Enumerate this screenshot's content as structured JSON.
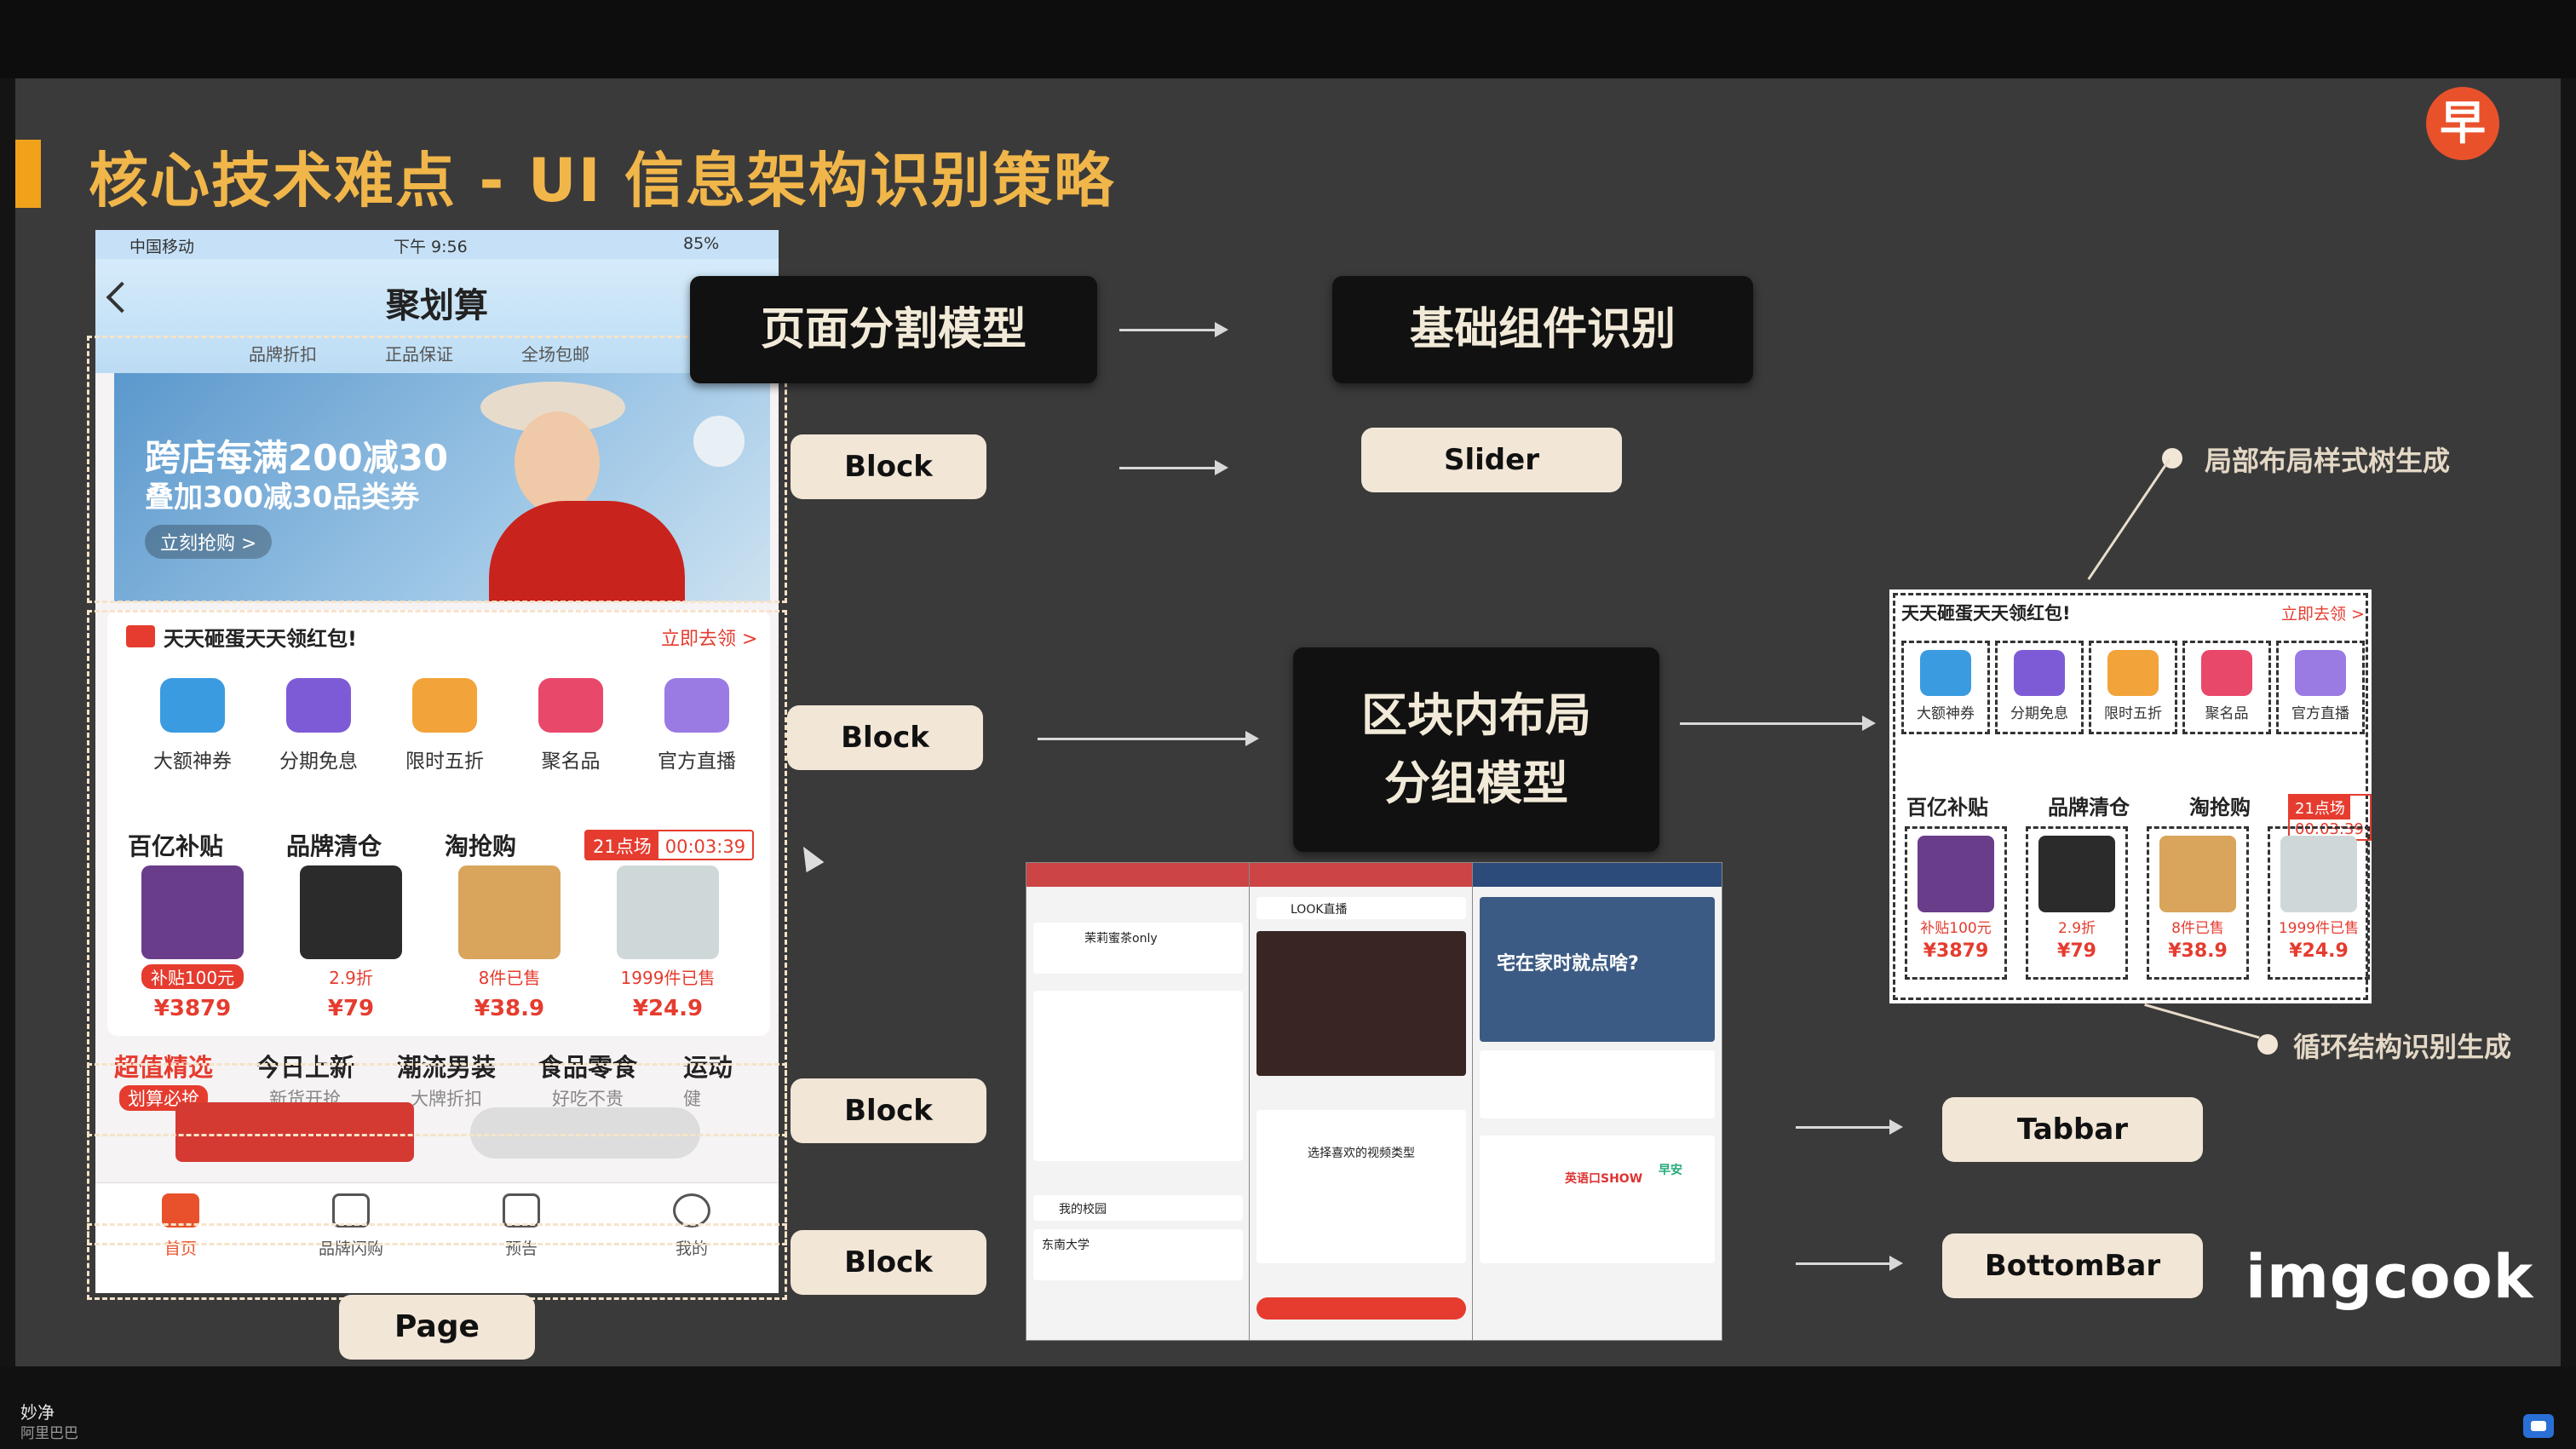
{
  "speaker": {
    "name": "妙净",
    "org": "阿里巴巴"
  },
  "slide": {
    "title": "核心技术难点 - UI 信息架构识别策略",
    "logo_text": "早",
    "brand": "imgcook",
    "colors": {
      "accent": "#f1a21b",
      "title": "#f1b64a",
      "pill": "#f2e6d7",
      "red": "#e53c2f"
    }
  },
  "phone": {
    "status": {
      "carrier": "中国移动",
      "time": "下午 9:56",
      "battery": "85%"
    },
    "nav_title": "聚划算",
    "guarantees": [
      "品牌折扣",
      "正品保证",
      "全场包邮"
    ],
    "banner": {
      "line1": "跨店每满200减30",
      "line2": "叠加300减30品类券",
      "button": "立刻抢购 >"
    },
    "redpacket": {
      "title": "天天砸蛋天天领红包!",
      "link": "立即去领 >"
    },
    "categories": [
      {
        "label": "大额神券",
        "color": "#3b9be0"
      },
      {
        "label": "分期免息",
        "color": "#7e5bd6"
      },
      {
        "label": "限时五折",
        "color": "#f2a33a"
      },
      {
        "label": "聚名品",
        "color": "#e8486a"
      },
      {
        "label": "官方直播",
        "color": "#9a7be3"
      }
    ],
    "sections": [
      "百亿补贴",
      "品牌清仓",
      "淘抢购"
    ],
    "timer": {
      "label": "21点场",
      "time": "00:03:39"
    },
    "products": [
      {
        "tag": "补贴100元",
        "price": "¥3879",
        "color": "#6a3d8a"
      },
      {
        "tag": "2.9折",
        "price": "¥79",
        "color": "#2b2b2b"
      },
      {
        "tag": "8件已售",
        "price": "¥38.9",
        "color": "#d9a45b"
      },
      {
        "tag": "1999件已售",
        "price": "¥24.9",
        "color": "#cfd8d8"
      }
    ],
    "channels": [
      {
        "title": "超值精选",
        "sub": "划算必抢"
      },
      {
        "title": "今日上新",
        "sub": "新货开抢"
      },
      {
        "title": "潮流男装",
        "sub": "大牌折扣"
      },
      {
        "title": "食品零食",
        "sub": "好吃不贵"
      },
      {
        "title": "运动",
        "sub": "健"
      }
    ],
    "tabs": [
      "首页",
      "品牌闪购",
      "预告",
      "我的"
    ]
  },
  "labels": {
    "page": "Page",
    "block": "Block",
    "page_seg_model": "页面分割模型",
    "basic_component": "基础组件识别",
    "slider": "Slider",
    "block_layout_line1": "区块内布局",
    "block_layout_line2": "分组模型",
    "local_layout_tree": "局部布局样式树生成",
    "loop_structure": "循环结构识别生成",
    "tabbar": "Tabbar",
    "bottombar": "BottomBar"
  },
  "right_block": {
    "title": "天天砸蛋天天领红包!",
    "link": "立即去领 >",
    "items": [
      "大额神券",
      "分期免息",
      "限时五折",
      "聚名品",
      "官方直播"
    ],
    "sections": [
      "百亿补贴",
      "品牌清仓",
      "淘抢购"
    ],
    "timer": {
      "label": "21点场",
      "time": "00:03:39"
    },
    "products": [
      {
        "tag": "补贴100元",
        "price": "¥3879"
      },
      {
        "tag": "2.9折",
        "price": "¥79"
      },
      {
        "tag": "8件已售",
        "price": "¥38.9"
      },
      {
        "tag": "1999件已售",
        "price": "¥24.9"
      }
    ]
  },
  "screens": {
    "s1_name": "茉莉蜜茶only",
    "s1_school": "我的校园",
    "s1_school2": "东南大学",
    "s2_tab": "LOOK直播",
    "s2_prompt": "选择喜欢的视频类型",
    "s3_title": "宅在家时就点啥?",
    "s3_show": "英语口SHOW",
    "s3_early": "早安"
  }
}
